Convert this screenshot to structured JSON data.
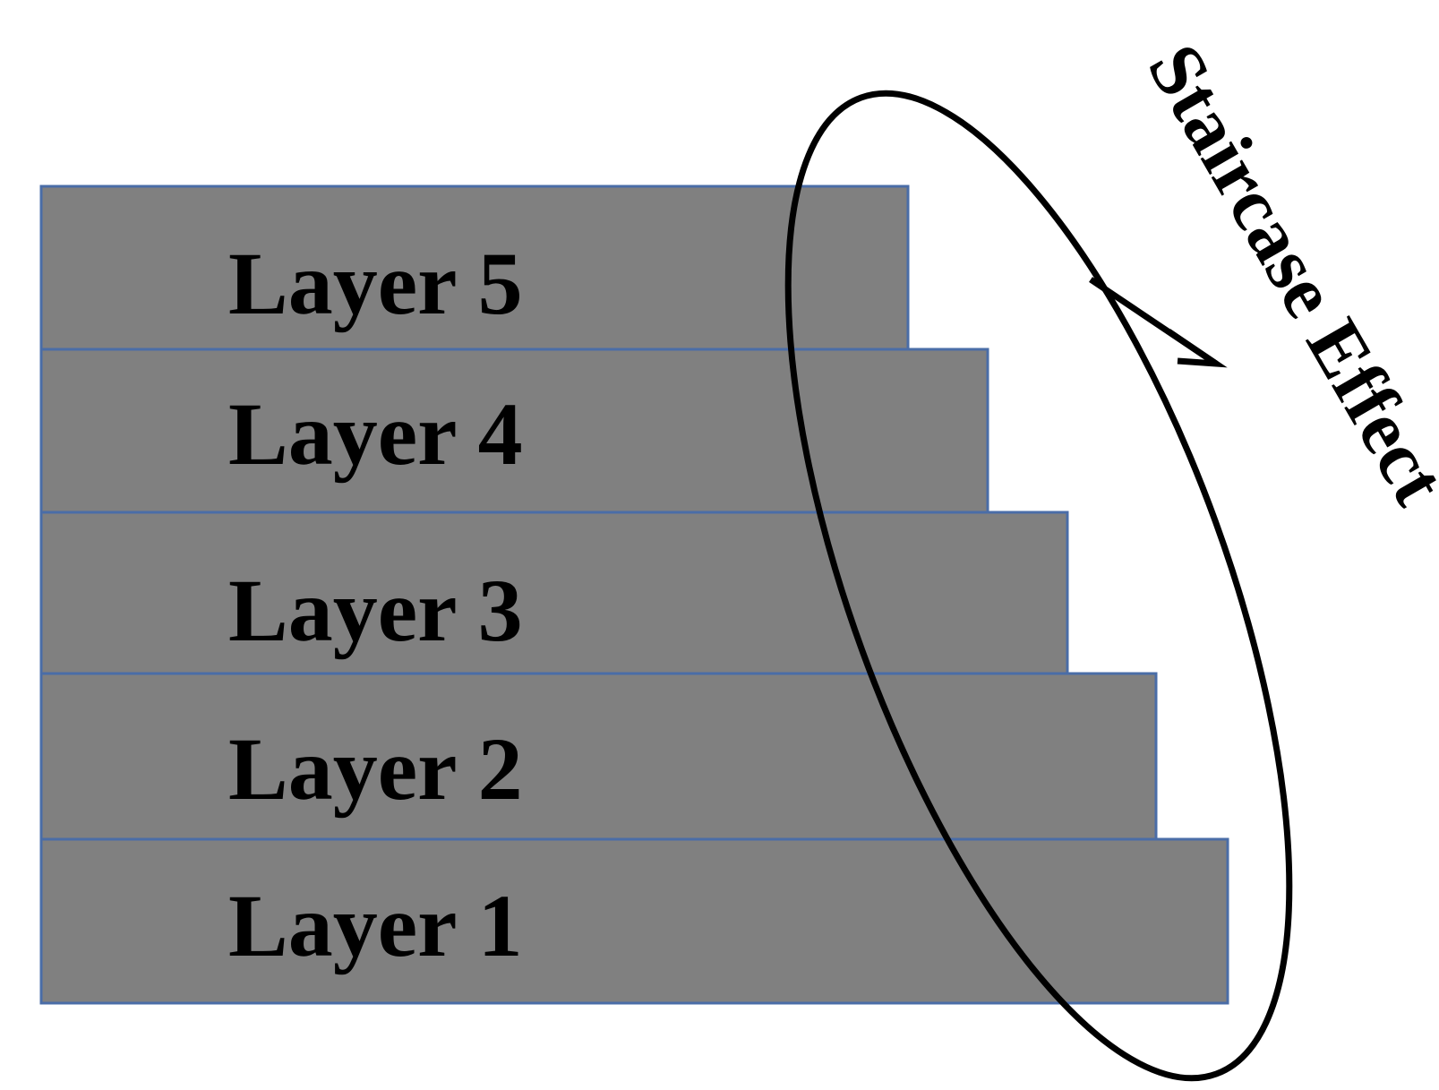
{
  "diagram": {
    "layers": [
      {
        "label": "Layer 5"
      },
      {
        "label": "Layer 4"
      },
      {
        "label": "Layer 3"
      },
      {
        "label": "Layer 2"
      },
      {
        "label": "Layer 1"
      }
    ],
    "annotation": {
      "label": "Staircase Effect"
    },
    "colors": {
      "layer_fill": "#808080",
      "layer_edge": "#4a6da7",
      "text": "#000000",
      "background": "#ffffff"
    }
  }
}
